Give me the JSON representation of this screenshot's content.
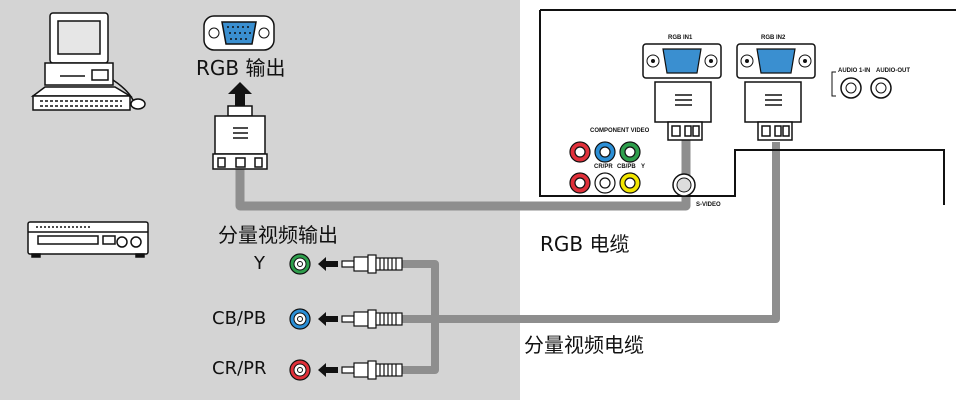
{
  "source_side": {
    "rgb_output_label": "RGB 输出",
    "component_output_label": "分量视频输出",
    "component_channels": [
      {
        "label": "Y",
        "color": "#2e9e4c"
      },
      {
        "label": "CB/PB",
        "color": "#2b8fd6"
      },
      {
        "label": "CR/PR",
        "color": "#e0303a"
      }
    ]
  },
  "cables": {
    "rgb_cable_label": "RGB 电缆",
    "component_cable_label": "分量视频电缆"
  },
  "projector_panel": {
    "rgb_in1": "RGB IN1",
    "rgb_in2": "RGB IN2",
    "audio_in": "AUDIO 1-IN",
    "audio_out": "AUDIO-OUT",
    "component_video": "COMPONENT VIDEO",
    "cr_pr": "CR/PR",
    "cb_pb": "CB/PB",
    "y": "Y",
    "s_video": "S-VIDEO"
  },
  "colors": {
    "source_bg": "#d4d4d4",
    "cable": "#8e8e8e",
    "green": "#2e9e4c",
    "blue": "#2b8fd6",
    "red": "#e0303a",
    "yellow": "#f2e600",
    "vga_blue": "#3a8fd0"
  }
}
